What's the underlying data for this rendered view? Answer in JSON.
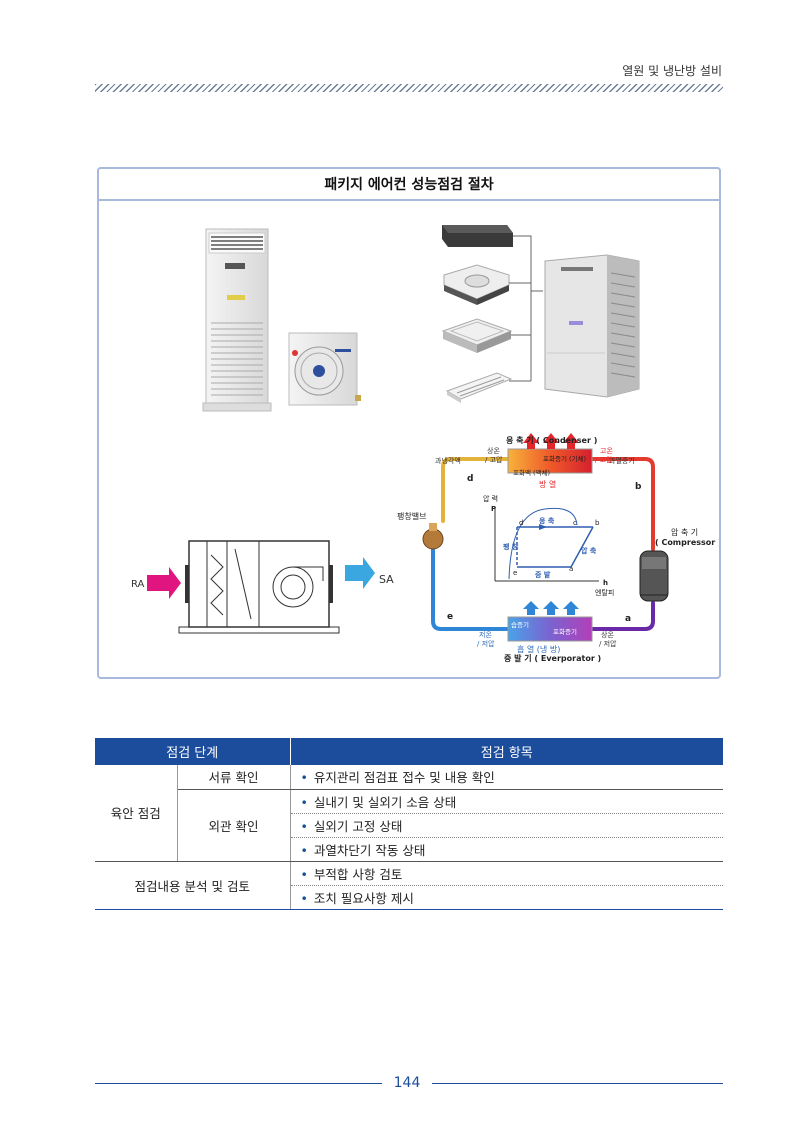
{
  "header": {
    "title": "열원 및 냉난방 설비"
  },
  "figure": {
    "title": "패키지 에어컨 성능점검 절차",
    "ahu": {
      "ra": "RA",
      "sa": "SA"
    },
    "cycle": {
      "condenser": "응 축 기 ( Condenser )",
      "compressor_l1": "압 축 기",
      "compressor_l2": "( Compressor )",
      "evaporator": "증 발 기 ( Everporator )",
      "expansion_valve": "팽창밸브",
      "subcooled": "과냉각액",
      "superheated": "과열증기",
      "hot_hp_l1": "상온",
      "hot_hp_l2": "/ 고압",
      "hot_hp2_l1": "고온",
      "hot_hp2_l2": "/ 고압",
      "low_lp_l1": "저온",
      "low_lp_l2": "/ 저압",
      "room_lp_l1": "상온",
      "room_lp_l2": "/ 저압",
      "sat_vapor_liquid": "포화증기 (기체)",
      "sat_liquid": "포화액 (액체)",
      "heat_release": "방 열",
      "wet_vapor": "습증기",
      "sat_vapor": "포화증기",
      "heat_absorb": "흡 열 (냉 방)",
      "point_a": "a",
      "point_b": "b",
      "point_c": "c",
      "point_d": "d",
      "point_e": "e",
      "ph_pressure": "압 력",
      "ph_p": "P",
      "ph_h": "h",
      "ph_enthalpy": "엔탈피",
      "ph_condense": "응 축",
      "ph_expand": "팽 창",
      "ph_compress": "압 축",
      "ph_evaporate": "증 발"
    }
  },
  "table": {
    "headers": [
      "점검 단계",
      "점검 항목"
    ],
    "stage_visual": "육안 점검",
    "sub_docs": "서류 확인",
    "sub_exterior": "외관 확인",
    "stage_analysis": "점검내용 분석 및 검토",
    "items": [
      "유지관리 점검표 접수 및 내용 확인",
      "실내기 및 실외기 소음 상태",
      "실외기 고정 상태",
      "과열차단기 작동 상태",
      "부적합 사항 검토",
      "조치 필요사항 제시"
    ],
    "bullet": "•"
  },
  "footer": {
    "page_number": "144"
  },
  "colors": {
    "accent": "#1c4d9c",
    "frame": "#a9b8dd",
    "hot": "#e4262b",
    "cold": "#2f86d6",
    "ra_arrow": "#e0157f",
    "sa_arrow": "#3aa7e0"
  }
}
